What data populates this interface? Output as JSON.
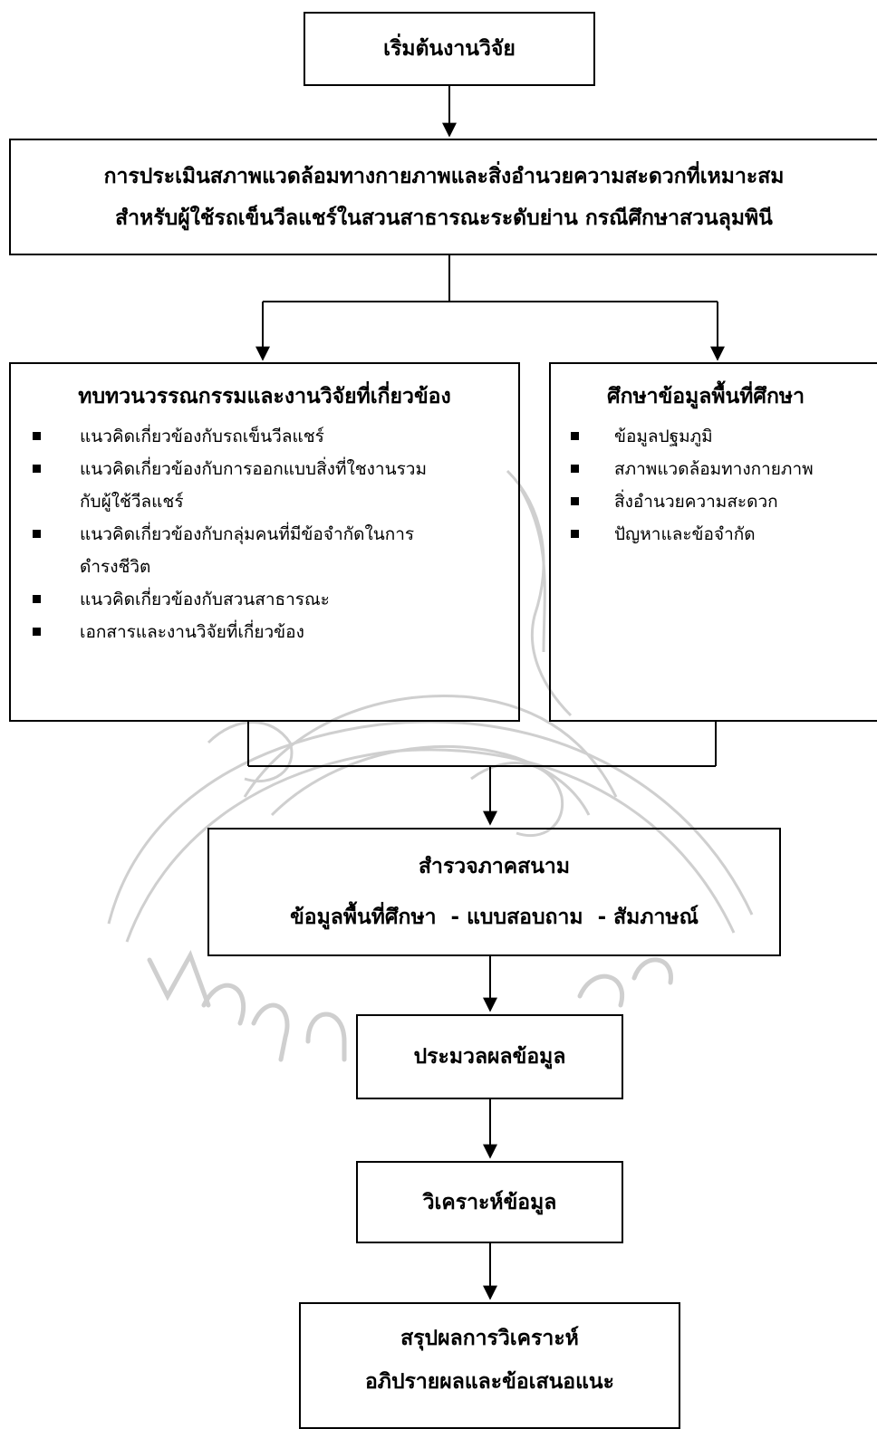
{
  "start": "เริ่มต้นงานวิจัย",
  "title_box": {
    "line1": "การประเมินสภาพแวดล้อมทางกายภาพและสิ่งอำนวยความสะดวกที่เหมาะสม",
    "line2": "สำหรับผู้ใช้รถเข็นวีลแชร์ในสวนสาธารณะระดับย่าน กรณีศึกษาสวนลุมพินี"
  },
  "literature": {
    "heading": "ทบทวนวรรณกรรมและงานวิจัยที่เกี่ยวข้อง",
    "items": [
      "แนวคิดเกี่ยวข้องกับรถเข็นวีลแชร์",
      "แนวคิดเกี่ยวข้องกับการออกแบบสิ่งที่ใชงานรวม",
      "กับผู้ใช้วีลแชร์",
      "แนวคิดเกี่ยวข้องกับกลุ่มคนที่มีข้อจำกัดในการ",
      "ดำรงชีวิต",
      "แนวคิดเกี่ยวข้องกับสวนสาธารณะ",
      "เอกสารและงานวิจัยที่เกี่ยวข้อง"
    ]
  },
  "study_area": {
    "heading": "ศึกษาข้อมูลพื้นที่ศึกษา",
    "items": [
      "ข้อมูลปฐมภูมิ",
      "สภาพแวดล้อมทางกายภาพ",
      "สิ่งอำนวยความสะดวก",
      "ปัญหาและข้อจำกัด"
    ]
  },
  "survey": {
    "line1": "สำรวจภาคสนาม",
    "line2": "ข้อมูลพื้นที่ศึกษา  - แบบสอบถาม  - สัมภาษณ์"
  },
  "process": "ประมวลผลข้อมูล",
  "analyze": "วิเคราะห์ข้อมูล",
  "conclusion": {
    "line1": "สรุปผลการวิเคราะห์",
    "line2": "อภิปรายผลและข้อเสนอแนะ"
  },
  "colors": {
    "line": "#000000",
    "watermark": "#cfcfcf"
  }
}
